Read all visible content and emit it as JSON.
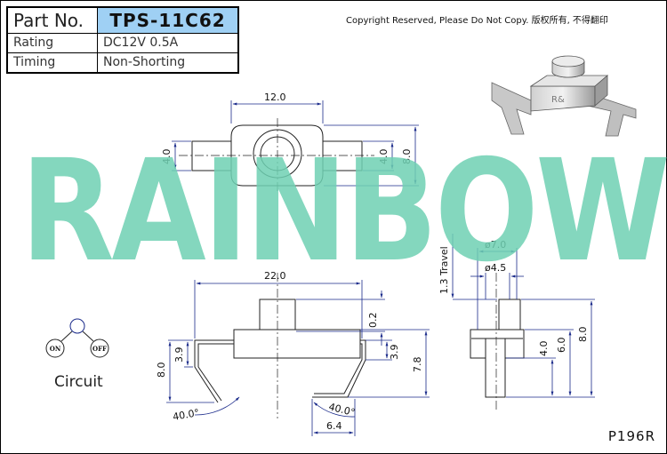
{
  "spec": {
    "part_label": "Part No.",
    "part_value": "TPS-11C62",
    "rows": [
      {
        "label": "Rating",
        "value": "DC12V  0.5A"
      },
      {
        "label": "Timing",
        "value": "Non-Shorting"
      }
    ]
  },
  "copyright": "Copyright Reserved, Please Do Not Copy. 版权所有, 不得翻印",
  "watermark": "RAINBOW",
  "page_number": "P196R",
  "circuit": {
    "label": "Circuit",
    "on": "ON",
    "off": "OFF"
  },
  "dimensions": {
    "top_width": "12.0",
    "top_tab_height": "4.0",
    "top_tab_height_right": "4.0",
    "top_body_height": "8.0",
    "front_width": "22.0",
    "front_gap": "0.2",
    "front_step_left": "3.9",
    "front_step_right": "3.9",
    "front_height_left": "8.0",
    "front_height_right": "7.8",
    "angle_left": "40.0°",
    "angle_right": "40.0°",
    "foot_width": "6.4",
    "travel": "1.3 Travel",
    "side_dia_outer": "ø7.0",
    "side_dia_inner": "ø4.5",
    "side_h1": "4.0",
    "side_h2": "6.0",
    "side_h3": "8.0"
  },
  "product_marking": "R&"
}
